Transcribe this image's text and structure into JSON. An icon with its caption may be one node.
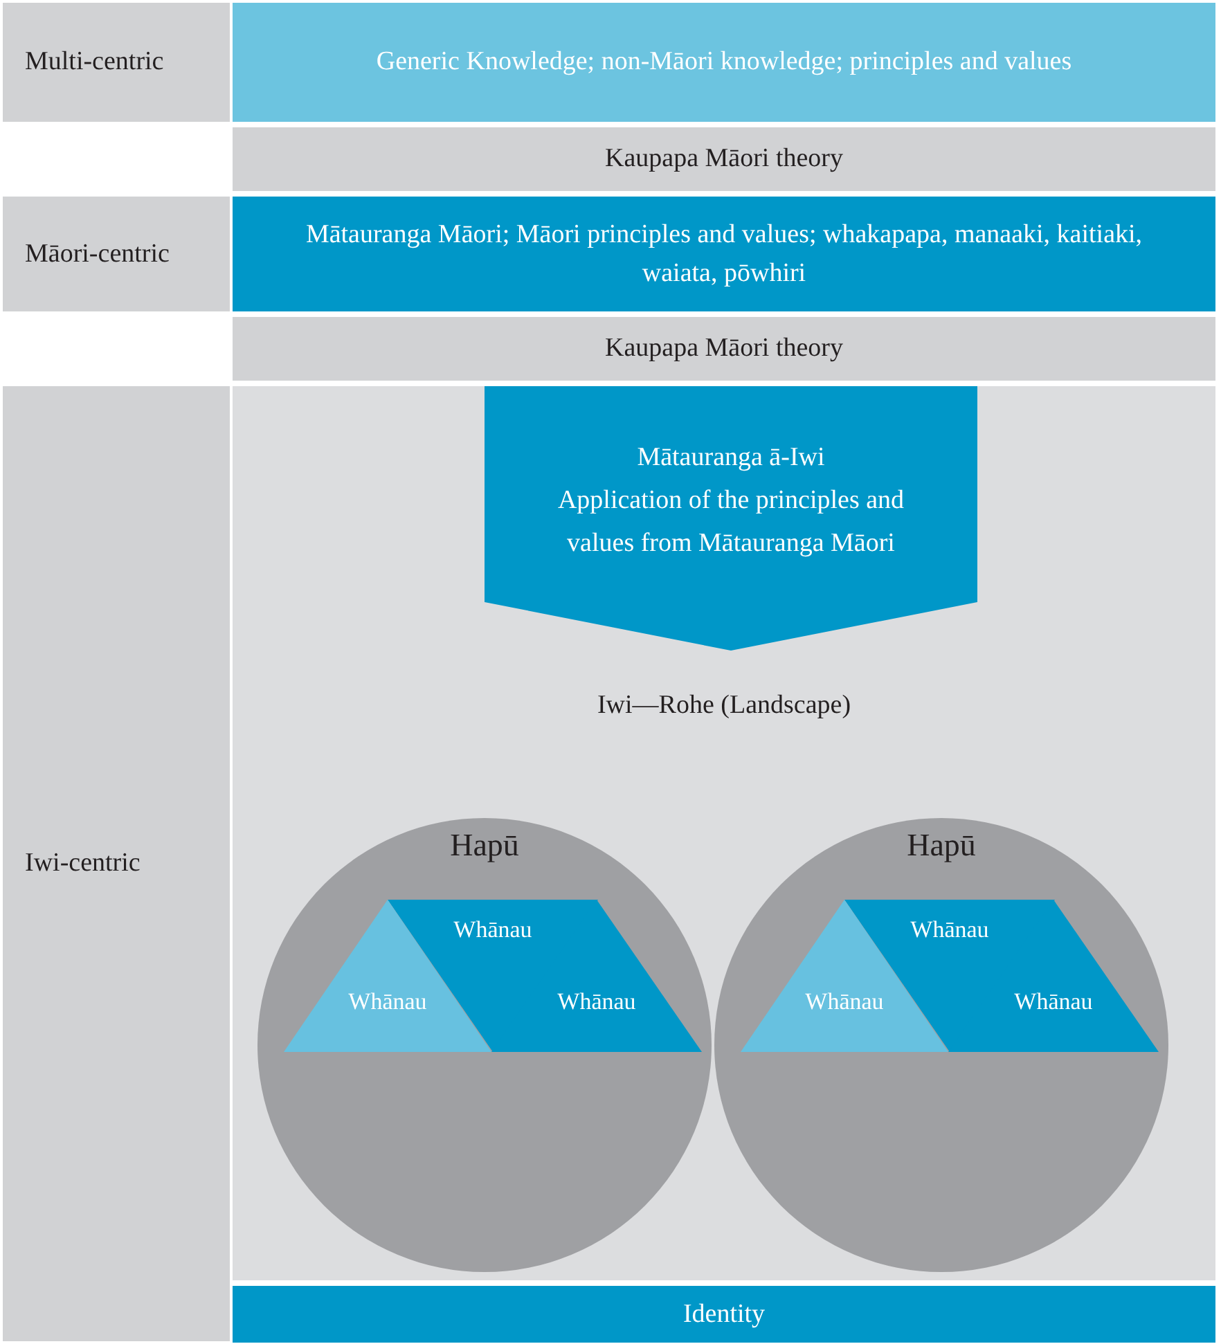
{
  "diagram": {
    "nodes": [
      {
        "text": [
          "Multi-centric"
        ]
      },
      {
        "text": [
          "Generic Knowledge; non-Māori knowledge; principles and values"
        ]
      },
      {
        "text": [
          "Kaupapa Māori theory"
        ]
      },
      {
        "text": [
          "Māori-centric"
        ]
      },
      {
        "text": [
          "Mātauranga Māori; Māori principles and values; whakapapa, manaaki, kaitiaki, waiata, pōwhiri"
        ]
      },
      {
        "text": [
          "Kaupapa Māori theory"
        ]
      },
      {
        "text": [
          "Iwi-centric"
        ]
      },
      {
        "text": [
          "Iwi—Rohe (Landscape)"
        ]
      },
      {
        "text": [
          "Mātauranga ā-Iwi",
          "Application of the principles and values from Mātauranga Māori"
        ],
        "in": 7
      },
      {
        "text": [
          "Hapū"
        ],
        "in": 7
      },
      {
        "text": [
          "Whānau"
        ],
        "in": 9
      },
      {
        "text": [
          "Whānau"
        ],
        "in": 9
      },
      {
        "text": [
          "Whānau"
        ],
        "in": 9
      },
      {
        "text": [
          "Hapū"
        ],
        "in": 7
      },
      {
        "text": [
          "Whānau"
        ],
        "in": 13
      },
      {
        "text": [
          "Whānau"
        ],
        "in": 13
      },
      {
        "text": [
          "Whānau"
        ],
        "in": 13
      },
      {
        "text": [
          "Identity"
        ]
      }
    ]
  }
}
